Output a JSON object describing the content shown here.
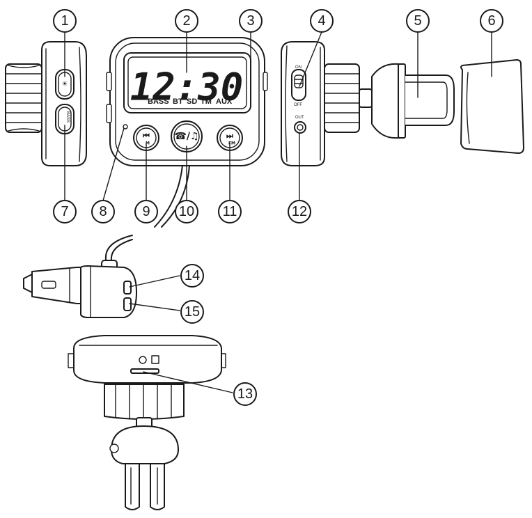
{
  "display": {
    "time": "12:30",
    "indicators": [
      "BASS",
      "BT",
      "SD",
      "TM",
      "AUX"
    ]
  },
  "buttons": {
    "prev_icon": "⏮",
    "prev_sub": "M",
    "play_icon": "☎/♫",
    "next_icon": "⏭",
    "next_sub": "FM",
    "bass_side": "BASS",
    "light_side": "☀"
  },
  "switch": {
    "on": "ON",
    "off": "OFF"
  },
  "port": {
    "out": "OUT"
  },
  "callouts": [
    "1",
    "2",
    "3",
    "4",
    "5",
    "6",
    "7",
    "8",
    "9",
    "10",
    "11",
    "12",
    "13",
    "14",
    "15"
  ]
}
